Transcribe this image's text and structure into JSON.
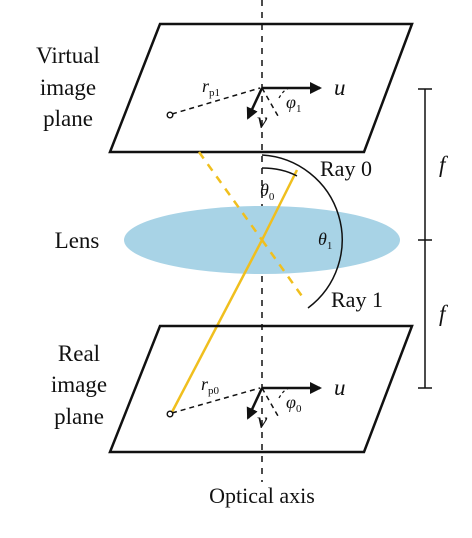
{
  "labels": {
    "virtual_plane": [
      "Virtual",
      "image",
      "plane"
    ],
    "real_plane": [
      "Real",
      "image",
      "plane"
    ],
    "lens": "Lens",
    "ray0": "Ray 0",
    "ray1": "Ray 1",
    "optical_axis": "Optical axis"
  },
  "symbols": {
    "u": "u",
    "v": "v",
    "f": "f",
    "r": "r",
    "r_sub_virtual": "p1",
    "r_sub_real": "p0",
    "phi": "φ",
    "phi_sub_virtual": "1",
    "phi_sub_real": "0",
    "theta": "θ",
    "theta_sub_ray0": "0",
    "theta_sub_ray1": "1"
  },
  "colors": {
    "ray": "#f0bf1e",
    "lens": "#a8d3e6",
    "line": "#111111"
  }
}
